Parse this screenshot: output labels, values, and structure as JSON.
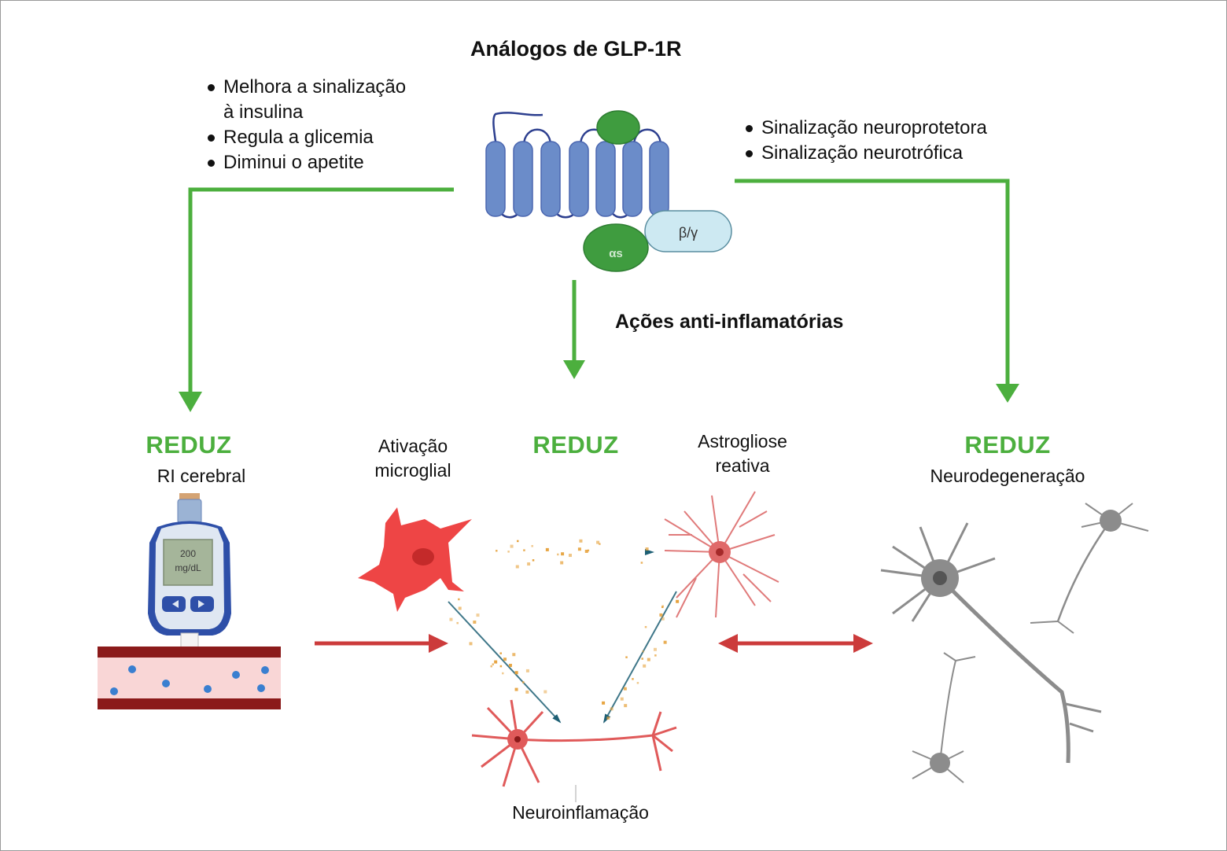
{
  "title": "Análogos de GLP-1R",
  "left_bullets": [
    "Melhora a sinalização",
    "à insulina",
    "Regula a glicemia",
    "Diminui o apetite"
  ],
  "right_bullets": [
    "Sinalização neuroprotetora",
    "Sinalização neurotrófica"
  ],
  "receptor": {
    "g_alpha_label": "αs",
    "g_beta_gamma_label": "β/γ"
  },
  "center_action": "Ações anti-inflamatórias",
  "left_panel": {
    "reduz": "REDUZ",
    "label": "RI cerebral",
    "meter_value": "200",
    "meter_unit": "mg/dL"
  },
  "center_panel": {
    "reduz": "REDUZ",
    "microglia_label_1": "Ativação",
    "microglia_label_2": "microglial",
    "astro_label_1": "Astrogliose",
    "astro_label_2": "reativa",
    "neuro_label": "Neuroinflamação"
  },
  "right_panel": {
    "reduz": "REDUZ",
    "label": "Neurodegeneração"
  },
  "colors": {
    "green": "#4caf3e",
    "receptor_blue": "#6b8cc9",
    "red_arrow": "#cc3b3b",
    "teal_arrow": "#1d5f74",
    "gray_neuron": "#8c8c8c"
  }
}
